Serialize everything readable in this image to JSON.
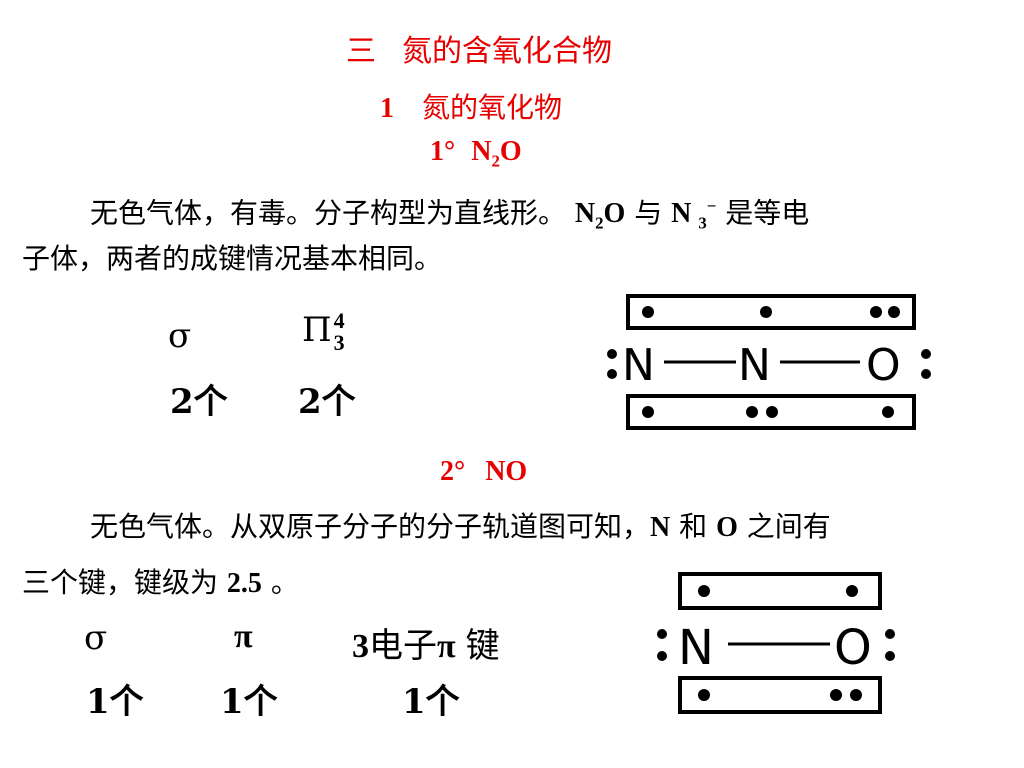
{
  "section": {
    "num": "三",
    "title": "氮的含氧化合物"
  },
  "subsection": {
    "num": "1",
    "title": "氮的氧化物"
  },
  "n2o": {
    "label_prefix": "1°",
    "formula_main": "N",
    "formula_sub": "2",
    "formula_end": "O",
    "para_line1_a": "无色气体，有毒。分子构型为直线形。",
    "para_n2o_a": "N",
    "para_n2o_sub": "2",
    "para_n2o_b": "O",
    "para_with": "与",
    "para_n3": "N",
    "para_n3_sub": "3",
    "para_n3_sup": "−",
    "para_line1_b": "是等电",
    "para_line2": "子体，两者的成键情况基本相同。",
    "sigma": "σ",
    "pi_symbol": "Π",
    "pi_sup": "4",
    "pi_sub": "3",
    "sigma_count": "2个",
    "pi_count": "2个",
    "diagram": {
      "atom1": "N",
      "atom2": "N",
      "atom3": "O"
    }
  },
  "no": {
    "label_prefix": "2°",
    "formula": "NO",
    "para_line1_a": "无色气体。从双原子分子的分子轨道图可知，",
    "para_n": "N",
    "para_and": "和",
    "para_o": "O",
    "para_line1_b": "之间有",
    "para_line2_a": "三个键，键级为",
    "para_bond_order": "2.5",
    "para_line2_b": "。",
    "sigma": "σ",
    "pi": "π",
    "three_e_num": "3",
    "three_e_text": "电子",
    "three_e_pi": "π",
    "three_e_bond": "键",
    "sigma_count": "1个",
    "pi_count": "1个",
    "three_e_count": "1个",
    "diagram": {
      "atom1": "N",
      "atom2": "O"
    }
  }
}
